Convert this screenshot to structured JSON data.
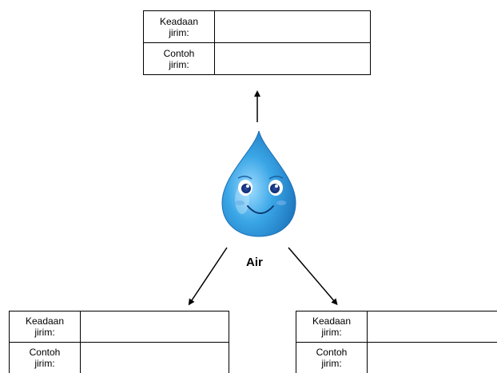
{
  "boxes": {
    "top": {
      "state_label": [
        "Keadaan",
        "jirim:"
      ],
      "example_label": [
        "Contoh",
        "jirim:"
      ],
      "state_value": "",
      "example_value": ""
    },
    "left": {
      "state_label": [
        "Keadaan",
        "jirim:"
      ],
      "example_label": [
        "Contoh",
        "jirim:"
      ],
      "state_value": "",
      "example_value": ""
    },
    "right": {
      "state_label": [
        "Keadaan",
        "jirim:"
      ],
      "example_label": [
        "Contoh",
        "jirim:"
      ],
      "state_value": "",
      "example_value": ""
    }
  },
  "center": {
    "label": "Air",
    "image": "smiling-water-droplet"
  },
  "colors": {
    "droplet": "#3aa6e6",
    "droplet_dark": "#1a6fb8",
    "line": "#000000"
  }
}
